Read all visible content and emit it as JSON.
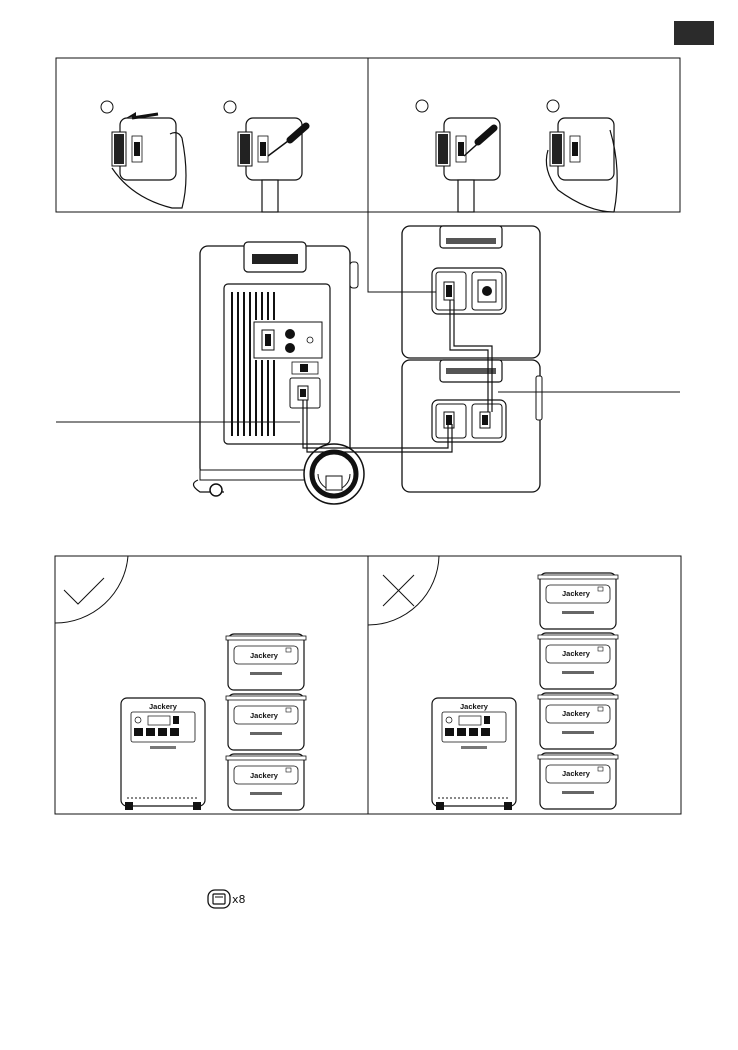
{
  "page": {
    "tab_color": "#2b2b2b",
    "line_color": "#111111"
  },
  "panels": {
    "top_row": [
      "lid-removal-steps-left",
      "lid-removal-steps-right"
    ],
    "correct_label_icon": "check-mark-icon",
    "incorrect_label_icon": "cross-mark-icon"
  },
  "brand": {
    "name": "Jackery"
  },
  "quantity_badge": {
    "icon": "battery-pack-icon",
    "text": "x8"
  }
}
